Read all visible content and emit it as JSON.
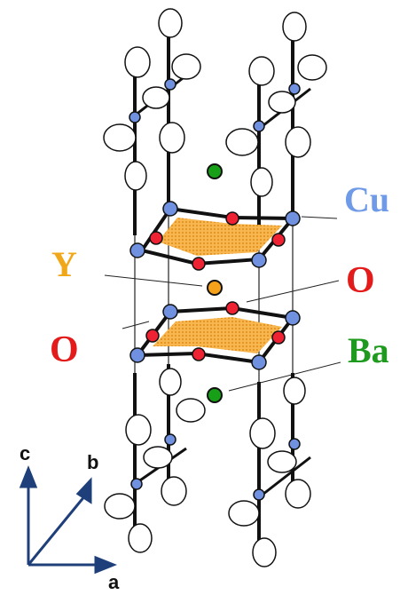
{
  "labels": {
    "cu": "Cu",
    "y": "Y",
    "o_right": "O",
    "o_left": "O",
    "ba": "Ba"
  },
  "axes": {
    "c": "c",
    "b": "b",
    "a": "a"
  },
  "colors": {
    "cu": "#7090e0",
    "o": "#ee2233",
    "y": "#f5a21a",
    "ba": "#17a017",
    "plane": "#f2a73a",
    "label_cu": "#6f9ae8",
    "label_o": "#e31b1b",
    "label_y": "#f0a81a",
    "label_ba": "#1e9a1e",
    "axis_arrow": "#1e3f7a"
  },
  "icons": {
    "cu_atom": "blue-circle",
    "o_atom": "red-circle",
    "y_atom": "orange-circle",
    "ba_atom": "green-circle",
    "thermal_ellipsoid": "outlined-ellipse"
  }
}
